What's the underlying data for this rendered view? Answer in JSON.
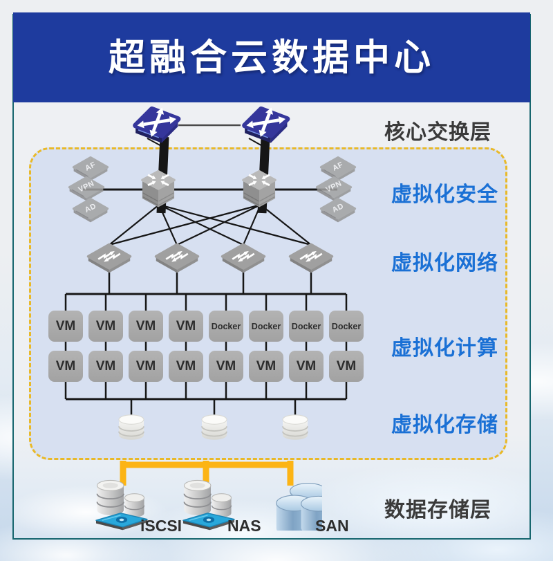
{
  "banner": {
    "title": "超融合云数据中心"
  },
  "labels": {
    "core_layer": "核心交换层",
    "security_layer": "虚拟化安全",
    "network_layer": "虚拟化网络",
    "compute_layer": "虚拟化计算",
    "virtual_storage_layer": "虚拟化存储",
    "data_storage_layer": "数据存储层"
  },
  "security_stack": [
    "AF",
    "VPN",
    "AD"
  ],
  "compute": {
    "row1": [
      "VM",
      "VM",
      "VM",
      "VM",
      "Docker",
      "Docker",
      "Docker",
      "Docker"
    ],
    "row2": [
      "VM",
      "VM",
      "VM",
      "VM",
      "VM",
      "VM",
      "VM",
      "VM"
    ]
  },
  "storage_nodes": [
    {
      "label": "iSCSI"
    },
    {
      "label": "NAS"
    },
    {
      "label": "SAN"
    }
  ],
  "icons": [
    "core-switch-icon",
    "aggregation-switch-icon",
    "access-switch-icon",
    "security-appliance-icon",
    "virtual-disk-icon",
    "disk-array-icon",
    "san-cylinders-icon"
  ],
  "colors": {
    "banner_bg": "#1e3b9e",
    "frame_border": "#17666e",
    "panel_bg": "#d7e0f1",
    "panel_border": "#e9b928",
    "storage_link": "#fcb415",
    "label_blue": "#1a70d5",
    "dark_text": "#3a3a3a",
    "line_black": "#161616",
    "core_link_gray": "#4a4a4a",
    "node_gray": "#a9a9a9",
    "core_switch_blue": "#35369b"
  }
}
